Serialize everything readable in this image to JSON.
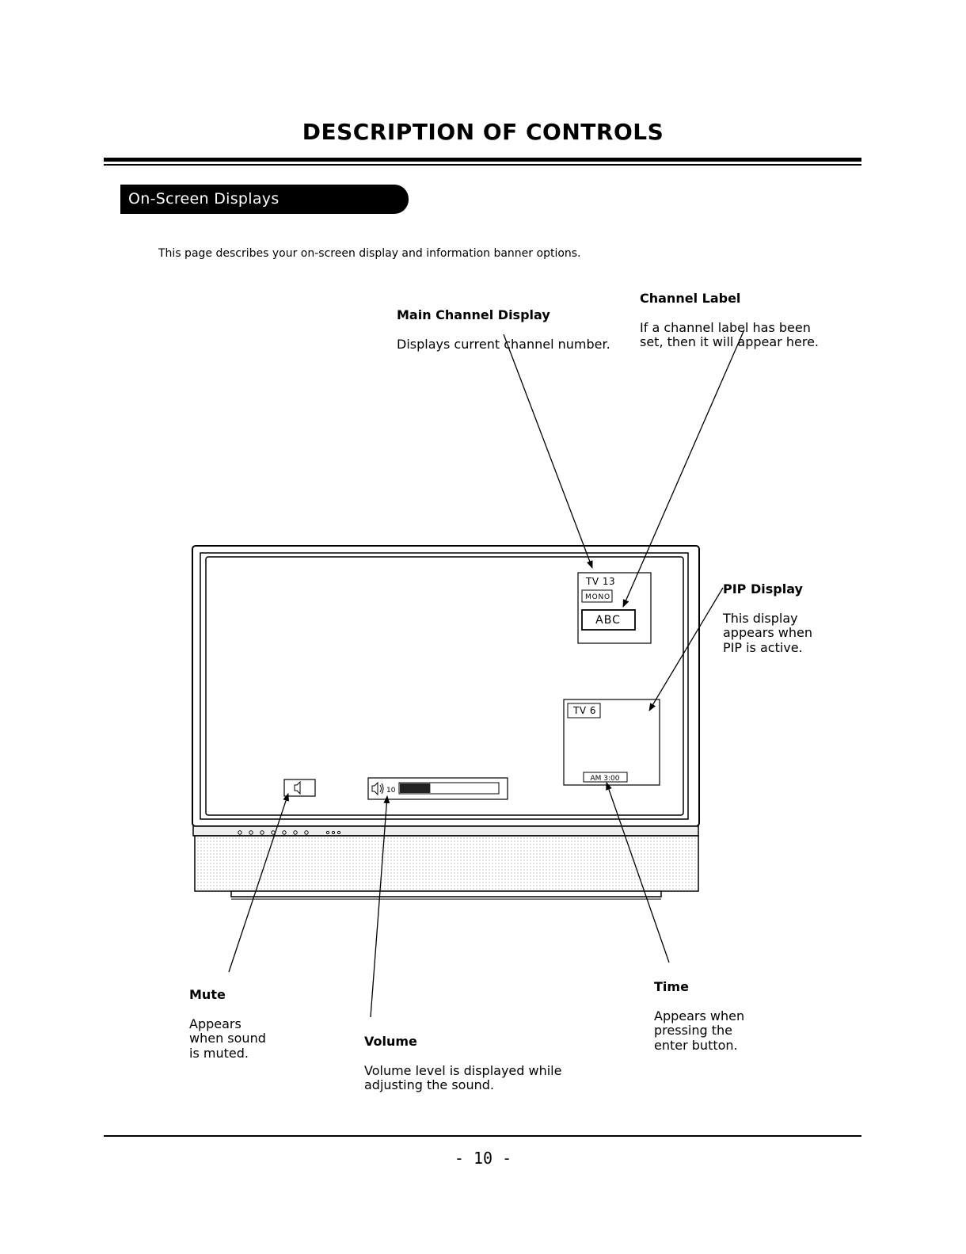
{
  "page": {
    "title": "DESCRIPTION OF CONTROLS",
    "section": "On-Screen Displays",
    "intro": "This page describes your on-screen display and information banner options.",
    "page_number": "- 10 -"
  },
  "callouts": {
    "main_channel": {
      "heading": "Main Channel Display",
      "body": "Displays current channel number."
    },
    "channel_label": {
      "heading": "Channel Label",
      "body": "If a channel label has been\nset, then it will appear here."
    },
    "pip": {
      "heading": "PIP Display",
      "body": "This display\nappears when\nPIP is active."
    },
    "mute": {
      "heading": "Mute",
      "body": "Appears\nwhen sound\nis muted."
    },
    "volume": {
      "heading": "Volume",
      "body": "Volume level is displayed while\nadjusting the sound."
    },
    "time": {
      "heading": "Time",
      "body": "Appears when\npressing the\nenter button."
    }
  },
  "tv_screen": {
    "channel": "TV 13",
    "audio_mode": "MONO",
    "channel_label": "ABC",
    "pip_channel": "TV 6",
    "time": "AM 3:00",
    "volume_value": "10",
    "volume_level": 0.31,
    "mute_icon": "speaker-muted-icon",
    "volume_icon": "speaker-volume-icon"
  }
}
